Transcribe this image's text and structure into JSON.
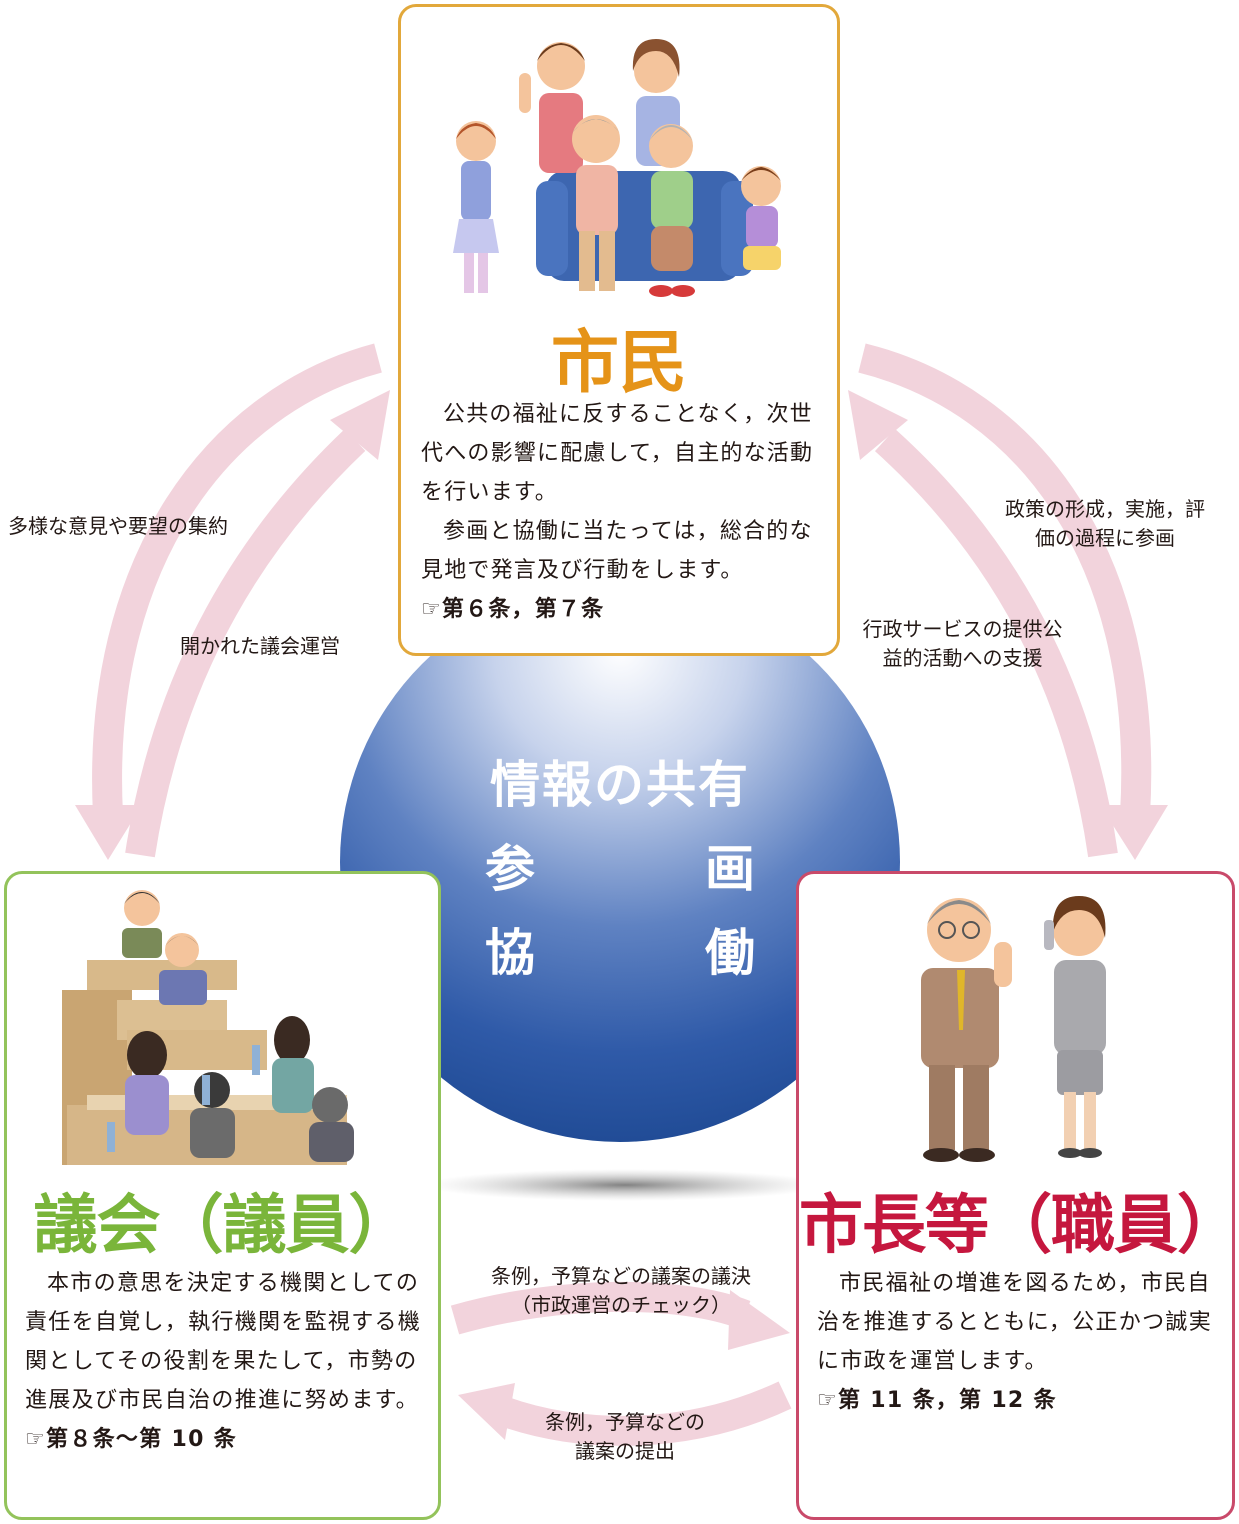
{
  "citizen": {
    "heading": "市民",
    "paragraphs": [
      "公共の福祉に反することなく，次世代への影響に配慮して，自主的な活動を行います。",
      "参画と協働に当たっては，総合的な見地で発言及び行動をします。"
    ],
    "reference": "☞第６条，第７条"
  },
  "council": {
    "heading": "議会（議員）",
    "paragraphs": [
      "本市の意思を決定する機関としての責任を自覚し，執行機関を監視する機関としてその役割を果たして，市勢の進展及び市民自治の推進に努めます。"
    ],
    "reference": "☞第８条〜第 10 条"
  },
  "mayor": {
    "heading": "市長等（職員）",
    "paragraphs": [
      "市民福祉の増進を図るため，市民自治を推進するとともに，公正かつ誠実に市政を運営します。"
    ],
    "reference": "☞第 11 条，第 12 条"
  },
  "center": {
    "line1": "情報の共有",
    "left_col": [
      "参",
      "協"
    ],
    "right_col": [
      "画",
      "働"
    ]
  },
  "arrows": {
    "council_to_citizen": "多様な意見や要望の集約",
    "citizen_to_council": "開かれた議会運営",
    "citizen_to_mayor": "政策の形成，実施，評価の過程に参画",
    "mayor_to_citizen": "行政サービスの提供公益的活動への支援",
    "council_to_mayor_line1": "条例，予算などの議案の議決",
    "council_to_mayor_line2": "（市政運営のチェック）",
    "mayor_to_council_line1": "条例，予算などの",
    "mayor_to_council_line2": "議案の提出"
  },
  "colors": {
    "citizen_border": "#e2a83b",
    "citizen_heading": "#e59318",
    "council_border": "#93c35b",
    "council_heading": "#7ab53a",
    "mayor_border": "#c94a6a",
    "mayor_heading": "#c5173e",
    "arrow": "#f2d3dc",
    "sphere": "#2f5aa8"
  }
}
